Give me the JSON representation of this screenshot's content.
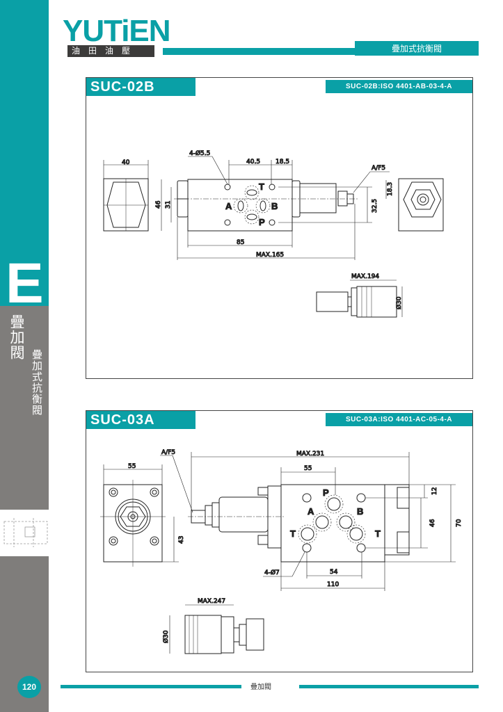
{
  "brand": {
    "logo": "YUTiEN",
    "logo_sub": "油田油壓"
  },
  "header": {
    "section_title": "疊加式抗衡閥"
  },
  "sidebar": {
    "letter": "E",
    "category": "疊加閥",
    "subcategory": "疊加式抗衡閥"
  },
  "products": [
    {
      "model": "SUC-02B",
      "code": "SUC-02B:ISO 4401-AB-03-4-A",
      "dims": {
        "w40": "40",
        "holes": "4-Ø5.5",
        "d405": "40.5",
        "d185": "18.5",
        "af": "A/F5",
        "h46": "46",
        "h31": "31",
        "d325": "32.5",
        "d183": "18.3",
        "d85": "85",
        "max165": "MAX.165",
        "max194": "MAX.194",
        "dia30": "Ø30"
      },
      "ports": {
        "t": "T",
        "a": "A",
        "b": "B",
        "p": "P"
      }
    },
    {
      "model": "SUC-03A",
      "code": "SUC-03A:ISO 4401-AC-05-4-A",
      "dims": {
        "af": "A/F5",
        "max231": "MAX.231",
        "w55": "55",
        "d55": "55",
        "h43": "43",
        "d12": "12",
        "d46": "46",
        "d70": "70",
        "holes": "4-Ø7",
        "d54": "54",
        "d110": "110",
        "max247": "MAX.247",
        "dia30": "Ø30"
      },
      "ports": {
        "p": "P",
        "a": "A",
        "b": "B",
        "t1": "T",
        "t2": "T"
      }
    }
  ],
  "footer": {
    "page": "120",
    "label": "疊加閥"
  }
}
